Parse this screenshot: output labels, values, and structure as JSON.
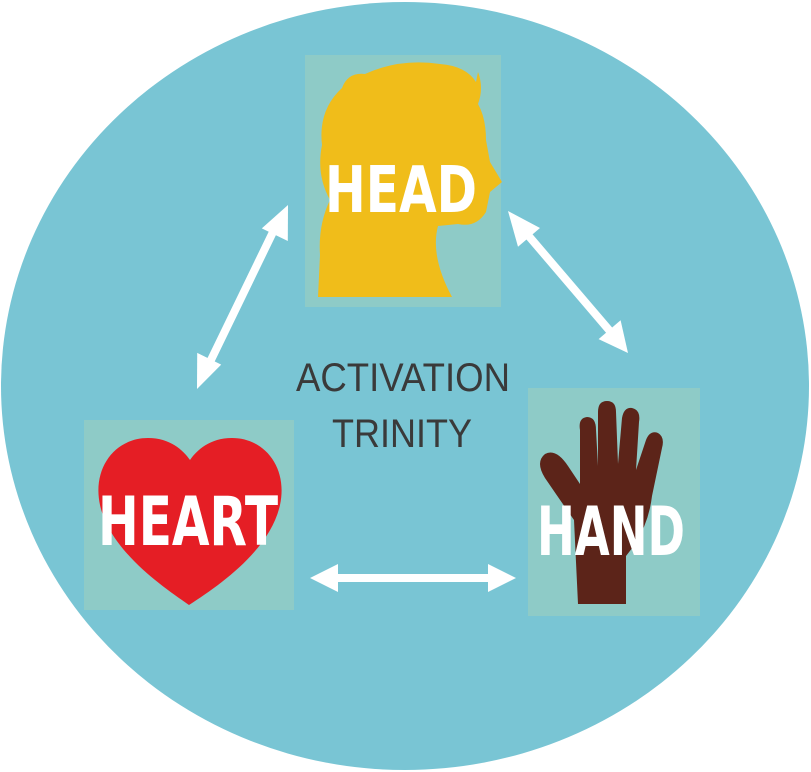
{
  "center": {
    "line1": "ACTIVATION",
    "line2": "TRINITY"
  },
  "nodes": {
    "head": {
      "label": "HEAD",
      "icon": "head-silhouette-icon",
      "color": "#f0bd1a"
    },
    "heart": {
      "label": "HEART",
      "icon": "heart-icon",
      "color": "#e51e25"
    },
    "hand": {
      "label": "HAND",
      "icon": "hand-icon",
      "color": "#5c2419"
    }
  },
  "colors": {
    "background_circle": "#79c5d4",
    "tile": "#8ecbc7",
    "arrows": "#ffffff"
  }
}
